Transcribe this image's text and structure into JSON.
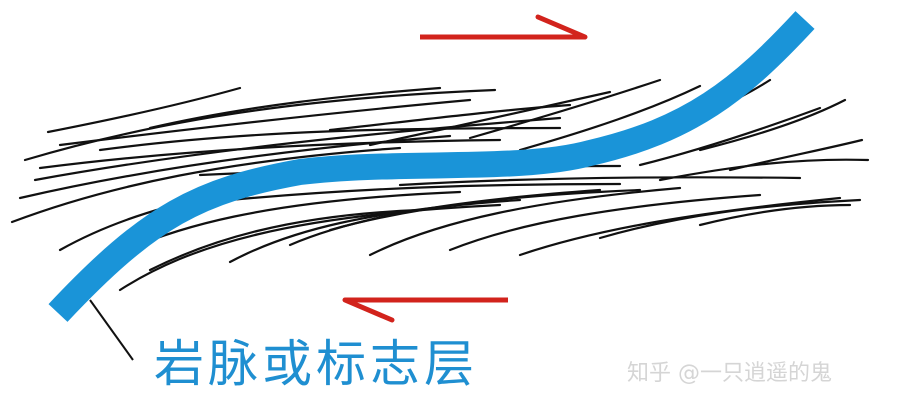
{
  "caption": {
    "text": "岩脉或标志层",
    "color": "#1f8fd1"
  },
  "watermark": {
    "text": "知乎 @一只逍遥的鬼",
    "color": "#d5d5d5"
  },
  "colors": {
    "vein": "#1a94d8",
    "arrow": "#d2231c",
    "lines": "#111111",
    "background": "#ffffff"
  },
  "shear_sense": {
    "top_arrow_direction": "right",
    "bottom_arrow_direction": "left"
  }
}
